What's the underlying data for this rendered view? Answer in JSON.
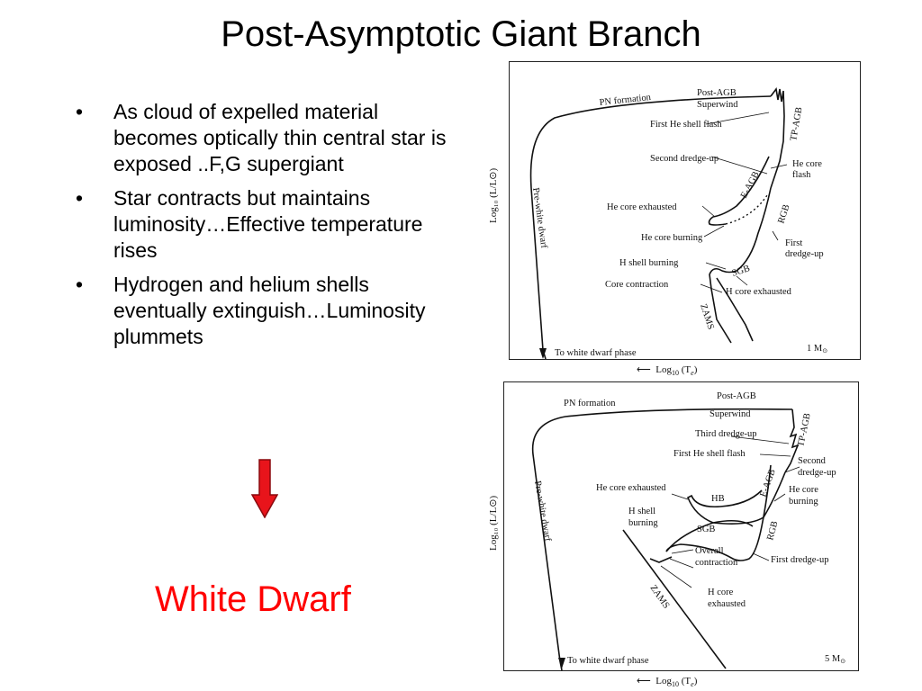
{
  "title": "Post-Asymptotic Giant Branch",
  "bullets": [
    "As cloud of expelled material becomes optically thin central star is exposed ..F,G supergiant",
    "Star contracts but maintains luminosity…Effective temperature rises",
    "Hydrogen and helium shells eventually extinguish…Luminosity plummets"
  ],
  "bullet_marker": "•",
  "arrow_color": "#e8141b",
  "result_label": "White Dwarf",
  "result_color": "#ff0000",
  "figure1": {
    "labels": {
      "pn_formation": "PN formation",
      "post_agb": "Post-AGB",
      "superwind": "Superwind",
      "tp_agb": "TP-AGB",
      "first_he_flash": "First He shell flash",
      "second_dredge": "Second dredge-up",
      "he_core_flash": "He core",
      "he_core_flash2": "flash",
      "e_agb": "E-AGB",
      "he_core_exhausted": "He core exhausted",
      "rgb": "RGB",
      "he_core_burning": "He core burning",
      "first_dredge": "First",
      "first_dredge2": "dredge-up",
      "h_shell_burning": "H shell burning",
      "sgb": "SGB",
      "core_contraction": "Core contraction",
      "h_core_exhausted": "H core exhausted",
      "zams": "ZAMS",
      "pre_white_dwarf": "Pre-white dwarf",
      "to_white_dwarf": "To white dwarf phase",
      "mass": "1 M",
      "mass_sub": "⊙"
    },
    "xlabel_pre": "Log",
    "xlabel_sub": "10",
    "xlabel_post": " (T",
    "xlabel_esub": "e",
    "xlabel_end": ")",
    "ylabel": "Log₁₀ (L/L⊙)"
  },
  "figure2": {
    "labels": {
      "pn_formation": "PN formation",
      "post_agb": "Post-AGB",
      "superwind": "Superwind",
      "third_dredge": "Third dredge-up",
      "first_he_flash": "First He shell flash",
      "tp_agb": "TP-AGB",
      "second_dredge": "Second",
      "second_dredge2": "dredge-up",
      "e_agb": "E-AGB",
      "he_core_exhausted": "He core exhausted",
      "hb": "HB",
      "he_core_burning": "He core",
      "he_core_burning2": "burning",
      "h_shell": "H shell",
      "h_shell2": "burning",
      "sgb": "SGB",
      "rgb": "RGB",
      "overall": "Overall",
      "overall2": "contraction",
      "first_dredge": "First dredge-up",
      "h_core": "H core",
      "h_core2": "exhausted",
      "zams": "ZAMS",
      "pre_white_dwarf": "Pre-white dwarf",
      "to_white_dwarf": "To white dwarf phase",
      "mass": "5 M",
      "mass_sub": "⊙"
    },
    "xlabel_pre": "Log",
    "xlabel_sub": "10",
    "xlabel_post": " (T",
    "xlabel_esub": "e",
    "xlabel_end": ")",
    "ylabel": "Log₁₀ (L/L⊙)"
  }
}
